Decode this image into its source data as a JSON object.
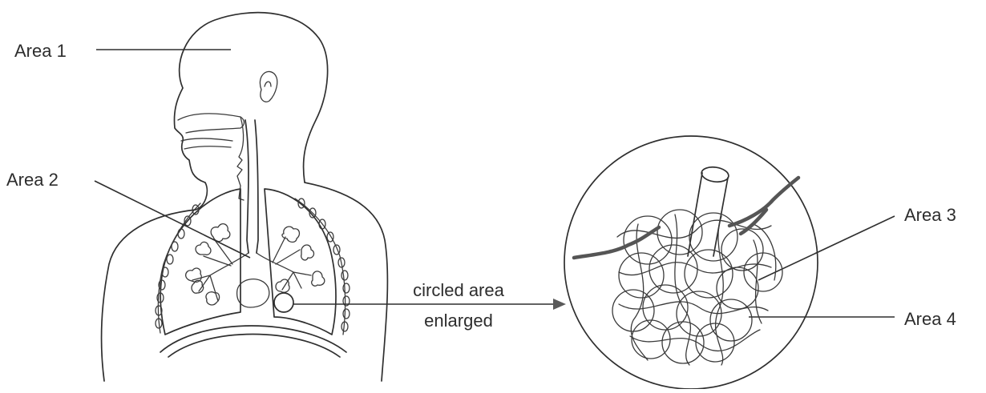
{
  "labels": {
    "area_1": "Area 1",
    "area_2": "Area 2",
    "area_3": "Area 3",
    "area_4": "Area 4"
  },
  "caption": {
    "line_1": "circled area",
    "line_2": "enlarged"
  },
  "colors": {
    "ink": "#2f2f2f",
    "vessel": "#555555",
    "background": "#ffffff"
  }
}
